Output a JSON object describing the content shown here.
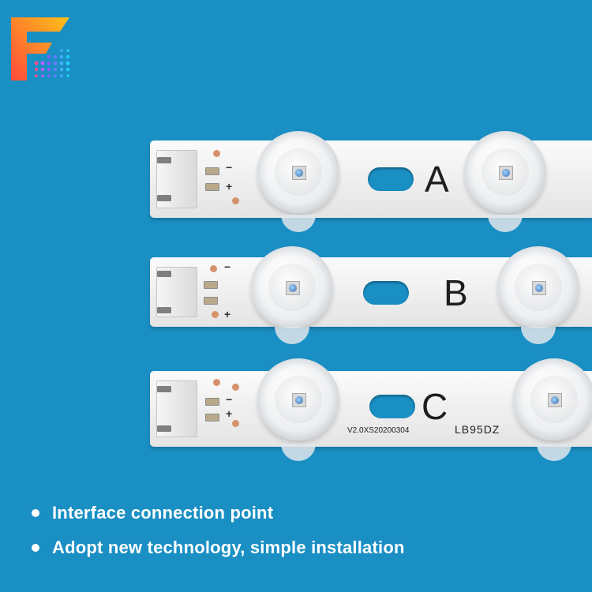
{
  "colors": {
    "background": "#1a8fc4",
    "strip": "#f2f2f2",
    "text_on_background": "#ffffff",
    "logo_gradient": [
      "#ff5a36",
      "#ffc21a"
    ],
    "logo_dots": [
      "#ff4f8a",
      "#8a5cff",
      "#22d0ff"
    ]
  },
  "strips": [
    {
      "letter": "A"
    },
    {
      "letter": "B"
    },
    {
      "letter": "C",
      "version": "V2.0XS20200304",
      "model": "LB95DZ"
    }
  ],
  "polarity": {
    "minus": "−",
    "plus": "+"
  },
  "features": [
    {
      "text": "Interface connection point"
    },
    {
      "text": "Adopt new technology, simple installation"
    }
  ]
}
